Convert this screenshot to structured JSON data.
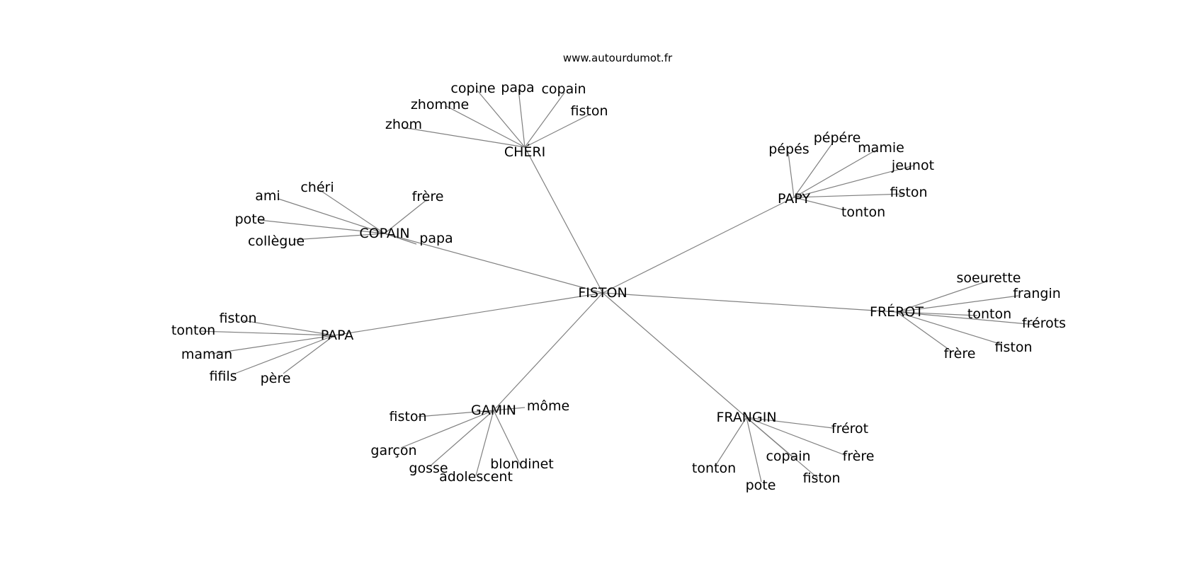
{
  "source": "www.autourdumot.fr",
  "root": "FISTON",
  "groups": [
    {
      "hub": "CHÉRI",
      "leaves": [
        "zhom",
        "zhomme",
        "copine",
        "papa",
        "copain",
        "fiston"
      ]
    },
    {
      "hub": "PAPY",
      "leaves": [
        "pépés",
        "pépére",
        "mamie",
        "jeunot",
        "fiston",
        "tonton"
      ]
    },
    {
      "hub": "COPAIN",
      "leaves": [
        "ami",
        "chéri",
        "frère",
        "pote",
        "collègue",
        "papa"
      ]
    },
    {
      "hub": "FRÉROT",
      "leaves": [
        "soeurette",
        "frangin",
        "tonton",
        "frérots",
        "fiston",
        "frère"
      ]
    },
    {
      "hub": "PAPA",
      "leaves": [
        "fiston",
        "tonton",
        "maman",
        "fifils",
        "père"
      ]
    },
    {
      "hub": "GAMIN",
      "leaves": [
        "môme",
        "fiston",
        "garçon",
        "gosse",
        "adolescent",
        "blondinet"
      ]
    },
    {
      "hub": "FRANGIN",
      "leaves": [
        "frérot",
        "frère",
        "copain",
        "fiston",
        "tonton",
        "pote"
      ]
    }
  ]
}
